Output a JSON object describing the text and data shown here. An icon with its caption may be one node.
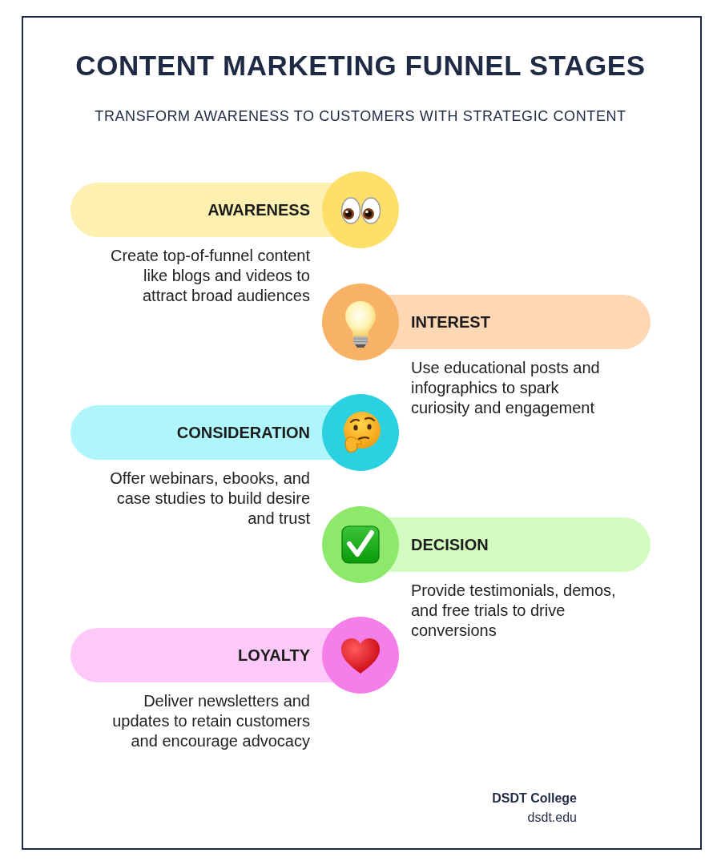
{
  "diagram": {
    "title": "CONTENT MARKETING FUNNEL STAGES",
    "nodes": [
      {
        "text": [
          "AWARENESS"
        ],
        "beside": [
          "Create top-of-funnel content like blogs and videos to attract broad audiences"
        ]
      },
      {
        "text": [
          "INTEREST"
        ],
        "beside": [
          "Use educational posts and infographics to spark curiosity and engagement"
        ]
      },
      {
        "text": [
          "CONSIDERATION"
        ],
        "beside": [
          "Offer webinars, ebooks, and case studies to build desire and trust"
        ]
      },
      {
        "text": [
          "DECISION"
        ],
        "beside": [
          "Provide testimonials, demos, and free trials to drive conversions"
        ]
      },
      {
        "text": [
          "LOYALTY"
        ],
        "beside": [
          "Deliver newsletters and updates to retain customers and encourage advocacy"
        ]
      }
    ],
    "labels": [
      "TRANSFORM AWARENESS TO CUSTOMERS WITH STRATEGIC CONTENT",
      "DSDT College",
      "dsdt.edu"
    ]
  }
}
